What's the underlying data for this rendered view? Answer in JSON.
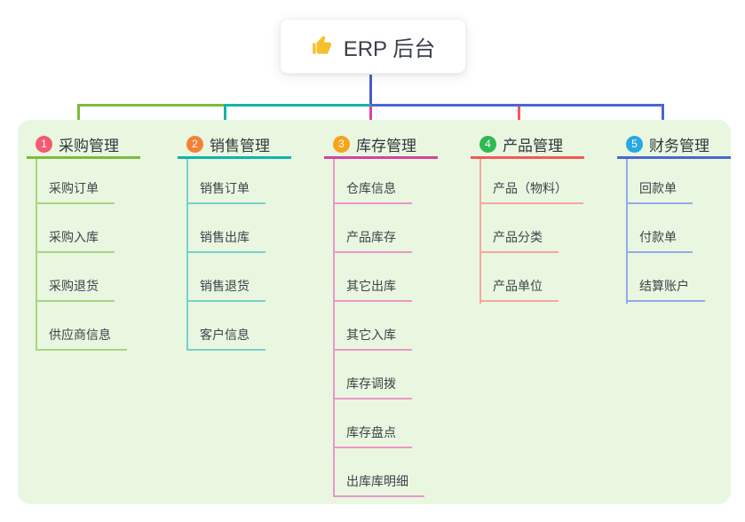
{
  "root": {
    "title": "ERP 后台",
    "icon": "thumbs-up-icon",
    "icon_color": "#f5c02c"
  },
  "panel": {
    "background": "#e9f7e1"
  },
  "connectors": {
    "root_line_color": "#4c5bc8"
  },
  "branches": [
    {
      "badge": "1",
      "badge_color": "#f45b72",
      "label": "采购管理",
      "line_color": "#7eba3f",
      "child_line_color": "#a9d57f",
      "children": [
        "采购订单",
        "采购入库",
        "采购退货",
        "供应商信息"
      ]
    },
    {
      "badge": "2",
      "badge_color": "#f58138",
      "label": "销售管理",
      "line_color": "#14b3aa",
      "child_line_color": "#79d0c9",
      "children": [
        "销售订单",
        "销售出库",
        "销售退货",
        "客户信息"
      ]
    },
    {
      "badge": "3",
      "badge_color": "#f7a41d",
      "label": "库存管理",
      "line_color": "#d6439e",
      "child_line_color": "#ed95c8",
      "children": [
        "仓库信息",
        "产品库存",
        "其它出库",
        "其它入库",
        "库存调拨",
        "库存盘点",
        "出库库明细"
      ]
    },
    {
      "badge": "4",
      "badge_color": "#2fb950",
      "label": "产品管理",
      "line_color": "#f25a56",
      "child_line_color": "#f8a59f",
      "children": [
        "产品（物料）",
        "产品分类",
        "产品单位"
      ]
    },
    {
      "badge": "5",
      "badge_color": "#29a7e1",
      "label": "财务管理",
      "line_color": "#4a66d3",
      "child_line_color": "#98a9e8",
      "children": [
        "回款单",
        "付款单",
        "结算账户"
      ]
    }
  ]
}
